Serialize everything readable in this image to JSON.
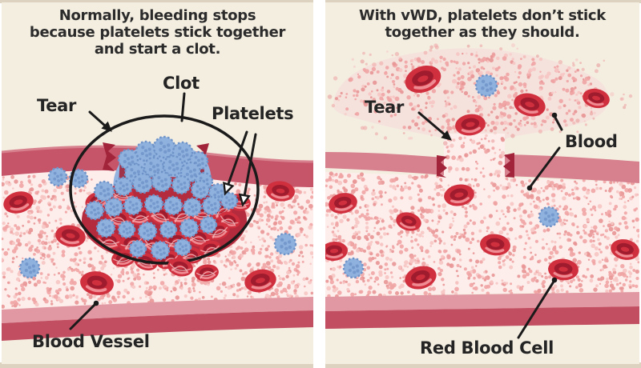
{
  "left_panel": {
    "title": "Normally, bleeding stops because platelets stick together and start a clot.",
    "title_lines": [
      "Normally, bleeding stops",
      "because platelets stick together",
      "and start a clot."
    ],
    "labels": {
      "tear": "Tear",
      "clot": "Clot",
      "platelets": "Platelets",
      "blood_vessel": "Blood Vessel"
    }
  },
  "right_panel": {
    "title": "With vWD, platelets don’t stick together as they should.",
    "title_lines": [
      "With vWD, platelets don’t stick",
      "together as they should."
    ],
    "labels": {
      "tear": "Tear",
      "blood": "Blood",
      "red_blood_cell": "Red Blood Cell"
    }
  },
  "colors": {
    "frame_edge": "#ddd2bf",
    "divider": "#ffffff",
    "panel_bg": "#f4eee1",
    "text": "#242424",
    "wall_top_left": "#c65569",
    "wall_right": "#d8818e",
    "wall_light": "#e298a2",
    "wall_dark": "#c24e62",
    "interior": "#fdeeec",
    "speckle": "#efa4a4",
    "speckle_deep": "#e89595",
    "speckle_light": "#f6c5c3",
    "spill": "#f7d6d7",
    "rbc": "#d02f3e",
    "rbc_dark": "#9e1c2d",
    "rbc_light": "#ef8b92",
    "rbc_mesh": "#f2bfc2",
    "platelet": "#8fb1de",
    "platelet_dark": "#6e93c8",
    "platelet_mass": "#93b4e0",
    "clot_red": "#b52b3e",
    "tear_edge": "#a2243a",
    "outline": "#1a1a1a"
  }
}
